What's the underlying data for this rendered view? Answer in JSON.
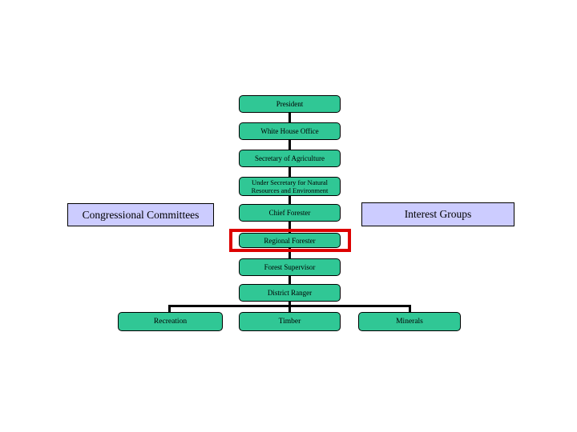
{
  "page": {
    "background_color": "#ffffff",
    "description": "Organizational hierarchy diagram slide"
  },
  "colors": {
    "node_fill": "#30c795",
    "node_border": "#000000",
    "side_node_fill": "#ccccff",
    "highlight_border": "#dd0000",
    "connector": "#000000",
    "text": "#000000"
  },
  "org_chart": {
    "type": "org-hierarchy",
    "chain": [
      {
        "label": "President"
      },
      {
        "label": "White House Office"
      },
      {
        "label": "Secretary of Agriculture"
      },
      {
        "label": "Under Secretary for Natural Resources and Environment"
      },
      {
        "label": "Chief Forester"
      },
      {
        "label": "Regional Forester",
        "highlighted": true
      },
      {
        "label": "Forest Supervisor"
      },
      {
        "label": "District Ranger"
      }
    ],
    "side_left": {
      "label": "Congressional Committees"
    },
    "side_right": {
      "label": "Interest Groups"
    },
    "district_ranger_children": [
      {
        "label": "Recreation"
      },
      {
        "label": "Timber"
      },
      {
        "label": "Minerals"
      }
    ]
  }
}
